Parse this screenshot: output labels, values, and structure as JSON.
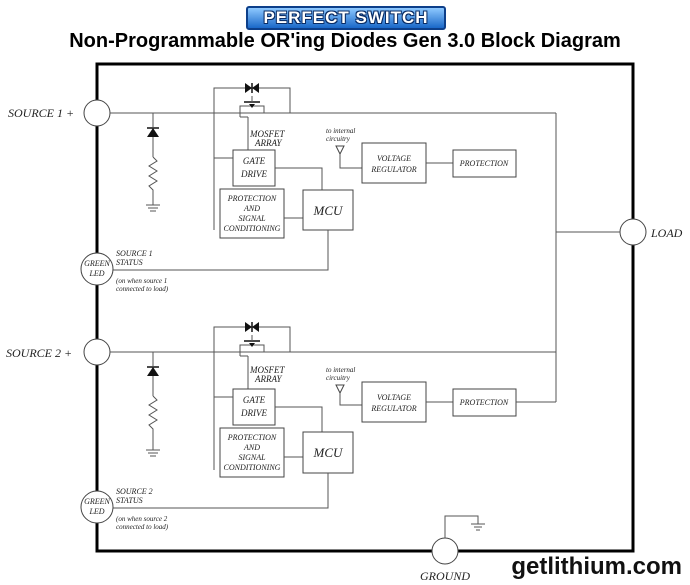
{
  "header": {
    "logo": "PERFECT SWITCH",
    "title": "Non-Programmable OR'ing Diodes Gen 3.0 Block Diagram"
  },
  "footer": {
    "site": "getlithium.com"
  },
  "terminals": {
    "source1": "SOURCE 1 +",
    "source2": "SOURCE 2 +",
    "load": "LOAD",
    "ground": "GROUND"
  },
  "blocks": {
    "mosfet_line1": "MOSFET",
    "mosfet_line2": "ARRAY",
    "gate_line1": "GATE",
    "gate_line2": "DRIVE",
    "psc_line1": "PROTECTION",
    "psc_line2": "AND",
    "psc_line3": "SIGNAL",
    "psc_line4": "CONDITIONING",
    "mcu": "MCU",
    "vr_line1": "VOLTAGE",
    "vr_line2": "REGULATOR",
    "protection": "PROTECTION",
    "internal_line1": "to internal",
    "internal_line2": "circuitry",
    "led_line1": "GREEN",
    "led_line2": "LED"
  },
  "status": {
    "s1_line1": "SOURCE 1",
    "s1_line2": "STATUS",
    "s1_note1": "(on when source 1",
    "s1_note2": "connected to load)",
    "s2_line1": "SOURCE 2",
    "s2_line2": "STATUS",
    "s2_note1": "(on when source 2",
    "s2_note2": "connected to load)"
  },
  "colors": {
    "logo_fill": "#1a68c8",
    "frame": "#000000"
  }
}
